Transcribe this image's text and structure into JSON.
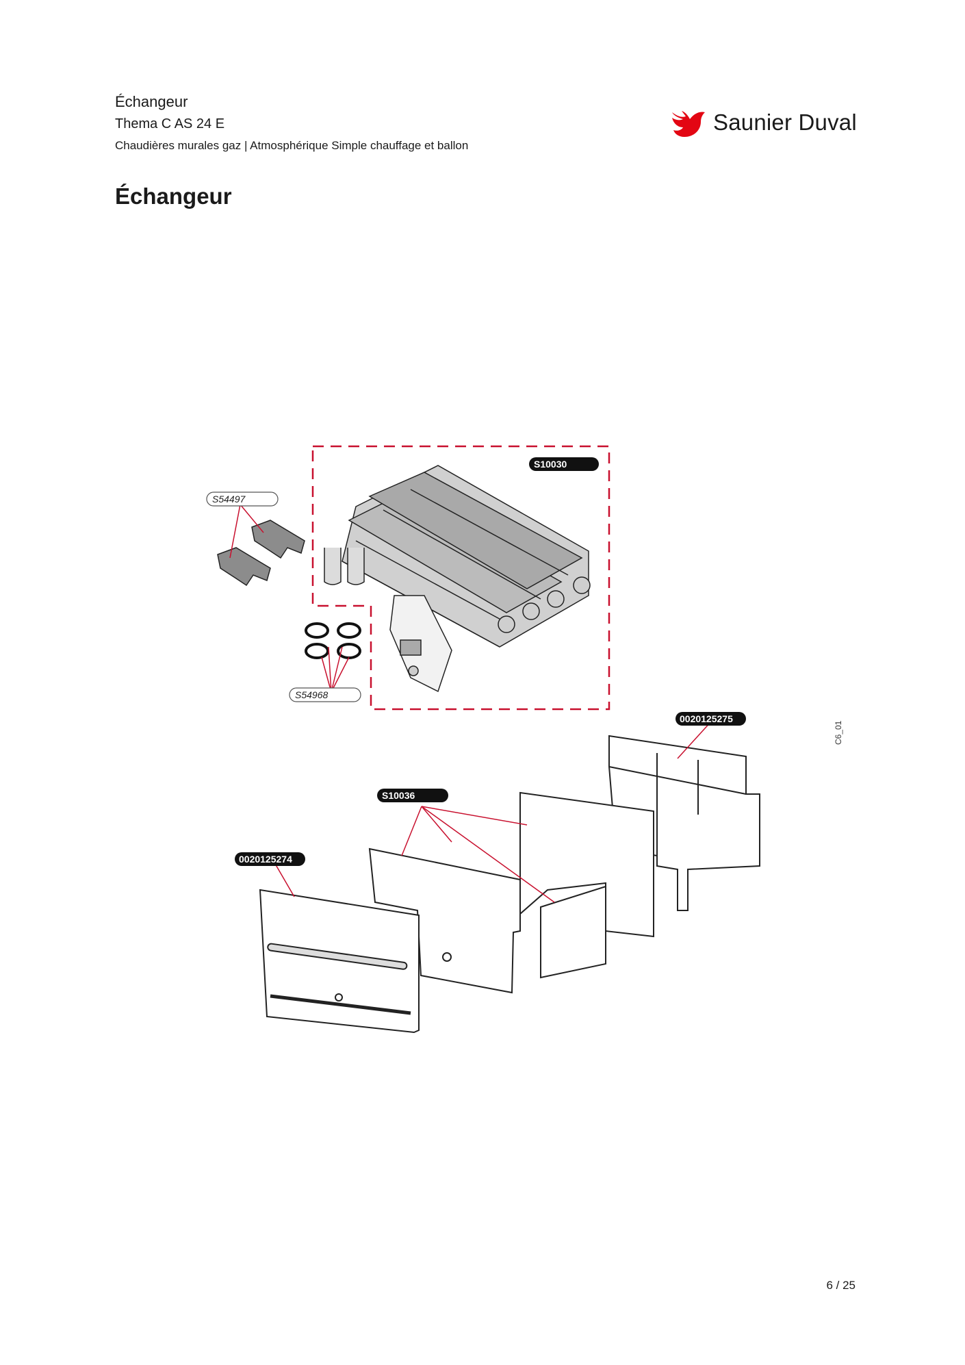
{
  "header": {
    "section": "Échangeur",
    "model": "Thema C AS 24 E",
    "category": "Chaudières murales gaz | Atmosphérique Simple chauffage et ballon"
  },
  "brand": {
    "name": "Saunier Duval",
    "logo_icon": "bird-icon",
    "color": "#e30613"
  },
  "page_title": "Échangeur",
  "diagram": {
    "code": "C6_01",
    "part_labels": {
      "heat_exchanger": "S10030",
      "clips": "S54497",
      "seals": "S54968",
      "rear_case": "0020125275",
      "insulation": "S10036",
      "front_panel": "0020125274"
    },
    "leader_color": "#c8102e"
  },
  "footer": {
    "page": "6 / 25"
  }
}
